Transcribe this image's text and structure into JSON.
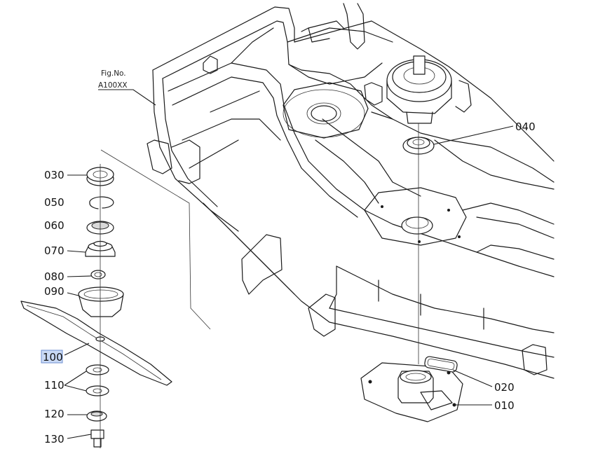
{
  "figure": {
    "fig_label": "Fig.No.",
    "fig_code": "A100XX"
  },
  "parts": [
    {
      "id": "p010",
      "number": "010"
    },
    {
      "id": "p020",
      "number": "020"
    },
    {
      "id": "p030",
      "number": "030"
    },
    {
      "id": "p040",
      "number": "040"
    },
    {
      "id": "p050",
      "number": "050"
    },
    {
      "id": "p060",
      "number": "060"
    },
    {
      "id": "p070",
      "number": "070"
    },
    {
      "id": "p080",
      "number": "080"
    },
    {
      "id": "p090",
      "number": "090"
    },
    {
      "id": "p100",
      "number": "100",
      "selected": true
    },
    {
      "id": "p110",
      "number": "110"
    },
    {
      "id": "p120",
      "number": "120"
    },
    {
      "id": "p130",
      "number": "130"
    }
  ],
  "colors": {
    "line": "#1a1a1a",
    "highlight": "#c9d9f5"
  }
}
